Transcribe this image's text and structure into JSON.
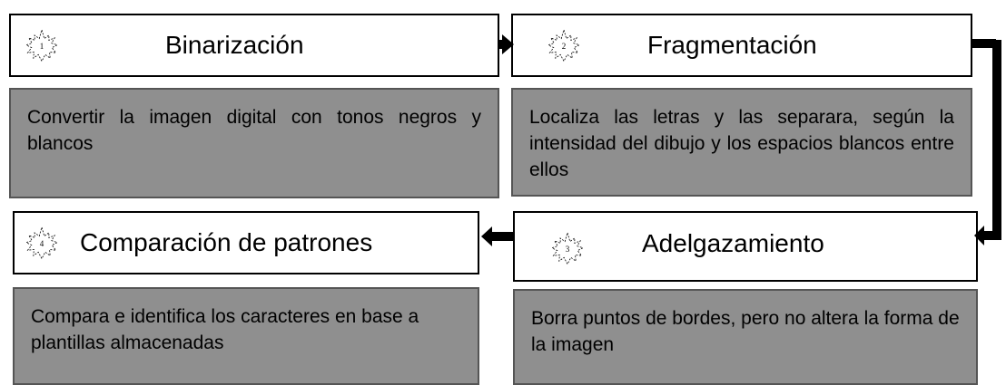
{
  "steps": [
    {
      "number": "1",
      "title": "Binarización",
      "description": "Convertir la imagen digital con tonos negros y blancos"
    },
    {
      "number": "2",
      "title": "Fragmentación",
      "description": "Localiza las letras y las separara, según la intensidad del dibujo y los espacios blancos entre ellos"
    },
    {
      "number": "3",
      "title": "Adelgazamiento",
      "description": "Borra puntos de bordes, pero no altera la forma de la imagen"
    },
    {
      "number": "4",
      "title": "Comparación de patrones",
      "description": "Compara e identifica los caracteres en base a plantillas almacenadas"
    }
  ],
  "colors": {
    "step_box_fill": "#ffffff",
    "description_fill": "#8f8f8f",
    "outline": "#000000"
  },
  "icons": {
    "step_badge": "starburst-icon",
    "connector": "arrow-icon"
  }
}
